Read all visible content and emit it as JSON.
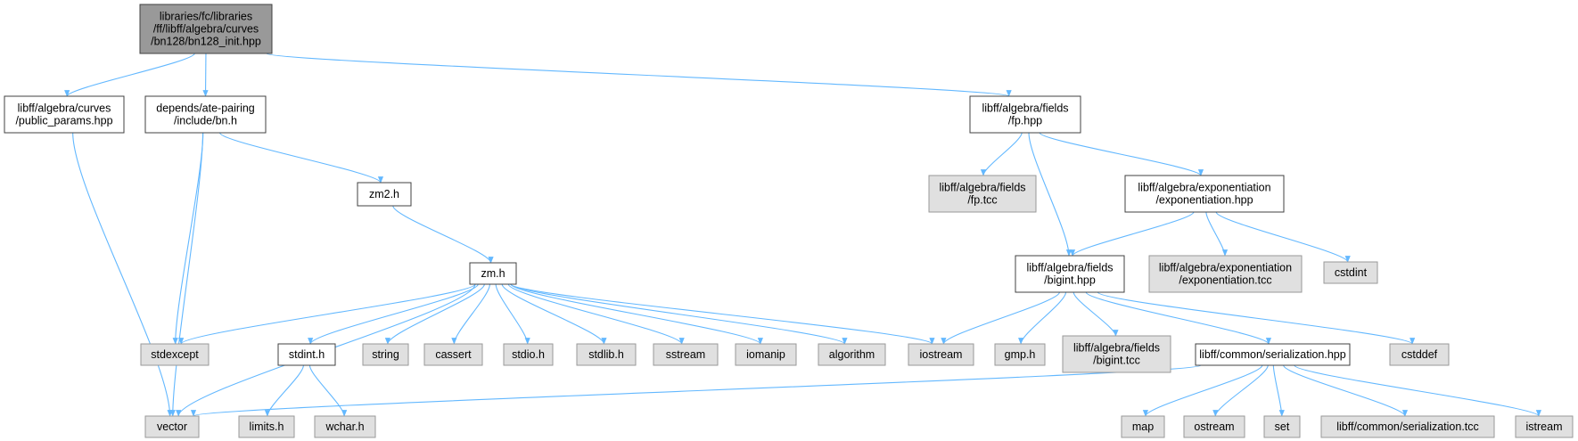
{
  "colors": {
    "root_fill": "#999999",
    "documented_fill": "#ffffff",
    "external_fill": "#e0e0e0",
    "documented_stroke": "#404040",
    "external_stroke": "#999999",
    "edge": "#63b8ff"
  },
  "nodes": [
    {
      "id": "n_root",
      "kind": "root",
      "lines": [
        "libraries/fc/libraries",
        "/ff/libff/algebra/curves",
        "/bn128/bn128_init.hpp"
      ]
    },
    {
      "id": "n_public_params",
      "kind": "documented",
      "lines": [
        "libff/algebra/curves",
        "/public_params.hpp"
      ]
    },
    {
      "id": "n_bn_h",
      "kind": "documented",
      "lines": [
        "depends/ate-pairing",
        "/include/bn.h"
      ]
    },
    {
      "id": "n_fp_hpp",
      "kind": "documented",
      "lines": [
        "libff/algebra/fields",
        "/fp.hpp"
      ]
    },
    {
      "id": "n_zm2_h",
      "kind": "documented",
      "lines": [
        "zm2.h"
      ]
    },
    {
      "id": "n_fp_tcc",
      "kind": "external",
      "lines": [
        "libff/algebra/fields",
        "/fp.tcc"
      ]
    },
    {
      "id": "n_exp_hpp",
      "kind": "documented",
      "lines": [
        "libff/algebra/exponentiation",
        "/exponentiation.hpp"
      ]
    },
    {
      "id": "n_zm_h",
      "kind": "documented",
      "lines": [
        "zm.h"
      ]
    },
    {
      "id": "n_bigint_hpp",
      "kind": "documented",
      "lines": [
        "libff/algebra/fields",
        "/bigint.hpp"
      ]
    },
    {
      "id": "n_exp_tcc",
      "kind": "external",
      "lines": [
        "libff/algebra/exponentiation",
        "/exponentiation.tcc"
      ]
    },
    {
      "id": "n_cstdint",
      "kind": "external",
      "lines": [
        "cstdint"
      ]
    },
    {
      "id": "n_stdexcept",
      "kind": "external",
      "lines": [
        "stdexcept"
      ]
    },
    {
      "id": "n_stdint_h",
      "kind": "documented",
      "lines": [
        "stdint.h"
      ]
    },
    {
      "id": "n_string",
      "kind": "external",
      "lines": [
        "string"
      ]
    },
    {
      "id": "n_cassert",
      "kind": "external",
      "lines": [
        "cassert"
      ]
    },
    {
      "id": "n_stdio_h",
      "kind": "external",
      "lines": [
        "stdio.h"
      ]
    },
    {
      "id": "n_stdlib_h",
      "kind": "external",
      "lines": [
        "stdlib.h"
      ]
    },
    {
      "id": "n_sstream",
      "kind": "external",
      "lines": [
        "sstream"
      ]
    },
    {
      "id": "n_iomanip",
      "kind": "external",
      "lines": [
        "iomanip"
      ]
    },
    {
      "id": "n_algorithm",
      "kind": "external",
      "lines": [
        "algorithm"
      ]
    },
    {
      "id": "n_iostream",
      "kind": "external",
      "lines": [
        "iostream"
      ]
    },
    {
      "id": "n_gmp_h",
      "kind": "external",
      "lines": [
        "gmp.h"
      ]
    },
    {
      "id": "n_bigint_tcc",
      "kind": "external",
      "lines": [
        "libff/algebra/fields",
        "/bigint.tcc"
      ]
    },
    {
      "id": "n_serial_hpp",
      "kind": "documented",
      "lines": [
        "libff/common/serialization.hpp"
      ]
    },
    {
      "id": "n_cstddef",
      "kind": "external",
      "lines": [
        "cstddef"
      ]
    },
    {
      "id": "n_vector",
      "kind": "external",
      "lines": [
        "vector"
      ]
    },
    {
      "id": "n_limits_h",
      "kind": "external",
      "lines": [
        "limits.h"
      ]
    },
    {
      "id": "n_wchar_h",
      "kind": "external",
      "lines": [
        "wchar.h"
      ]
    },
    {
      "id": "n_map",
      "kind": "external",
      "lines": [
        "map"
      ]
    },
    {
      "id": "n_ostream",
      "kind": "external",
      "lines": [
        "ostream"
      ]
    },
    {
      "id": "n_set",
      "kind": "external",
      "lines": [
        "set"
      ]
    },
    {
      "id": "n_serial_tcc",
      "kind": "external",
      "lines": [
        "libff/common/serialization.tcc"
      ]
    },
    {
      "id": "n_istream",
      "kind": "external",
      "lines": [
        "istream"
      ]
    }
  ],
  "edges": [
    {
      "from": "n_root",
      "to": "n_public_params"
    },
    {
      "from": "n_root",
      "to": "n_bn_h"
    },
    {
      "from": "n_root",
      "to": "n_fp_hpp"
    },
    {
      "from": "n_public_params",
      "to": "n_vector"
    },
    {
      "from": "n_bn_h",
      "to": "n_vector"
    },
    {
      "from": "n_bn_h",
      "to": "n_stdexcept"
    },
    {
      "from": "n_bn_h",
      "to": "n_zm2_h"
    },
    {
      "from": "n_zm2_h",
      "to": "n_zm_h"
    },
    {
      "from": "n_zm_h",
      "to": "n_stdexcept"
    },
    {
      "from": "n_zm_h",
      "to": "n_vector"
    },
    {
      "from": "n_zm_h",
      "to": "n_stdint_h"
    },
    {
      "from": "n_zm_h",
      "to": "n_string"
    },
    {
      "from": "n_zm_h",
      "to": "n_cassert"
    },
    {
      "from": "n_zm_h",
      "to": "n_stdio_h"
    },
    {
      "from": "n_zm_h",
      "to": "n_stdlib_h"
    },
    {
      "from": "n_zm_h",
      "to": "n_sstream"
    },
    {
      "from": "n_zm_h",
      "to": "n_iomanip"
    },
    {
      "from": "n_zm_h",
      "to": "n_algorithm"
    },
    {
      "from": "n_zm_h",
      "to": "n_iostream"
    },
    {
      "from": "n_stdint_h",
      "to": "n_limits_h"
    },
    {
      "from": "n_stdint_h",
      "to": "n_wchar_h"
    },
    {
      "from": "n_fp_hpp",
      "to": "n_fp_tcc"
    },
    {
      "from": "n_fp_hpp",
      "to": "n_bigint_hpp"
    },
    {
      "from": "n_fp_hpp",
      "to": "n_exp_hpp"
    },
    {
      "from": "n_exp_hpp",
      "to": "n_bigint_hpp"
    },
    {
      "from": "n_exp_hpp",
      "to": "n_exp_tcc"
    },
    {
      "from": "n_exp_hpp",
      "to": "n_cstdint"
    },
    {
      "from": "n_bigint_hpp",
      "to": "n_iostream"
    },
    {
      "from": "n_bigint_hpp",
      "to": "n_gmp_h"
    },
    {
      "from": "n_bigint_hpp",
      "to": "n_bigint_tcc"
    },
    {
      "from": "n_bigint_hpp",
      "to": "n_serial_hpp"
    },
    {
      "from": "n_bigint_hpp",
      "to": "n_cstddef"
    },
    {
      "from": "n_serial_hpp",
      "to": "n_vector"
    },
    {
      "from": "n_serial_hpp",
      "to": "n_map"
    },
    {
      "from": "n_serial_hpp",
      "to": "n_ostream"
    },
    {
      "from": "n_serial_hpp",
      "to": "n_set"
    },
    {
      "from": "n_serial_hpp",
      "to": "n_serial_tcc"
    },
    {
      "from": "n_serial_hpp",
      "to": "n_istream"
    }
  ]
}
